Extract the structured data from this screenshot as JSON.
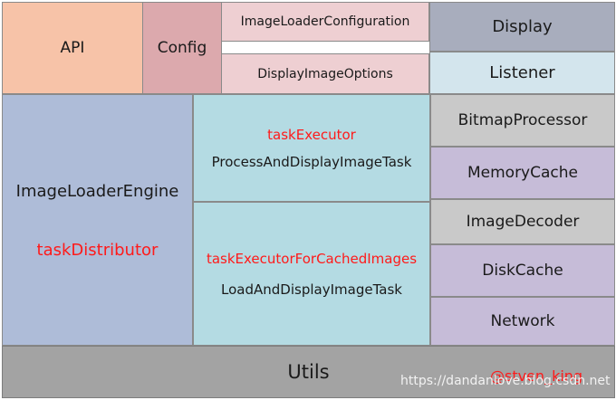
{
  "top": {
    "api": "API",
    "config": "Config",
    "image_loader_configuration": "ImageLoaderConfiguration",
    "display_image_options": "DisplayImageOptions",
    "display": "Display",
    "listener": "Listener"
  },
  "engine": {
    "name": "ImageLoaderEngine",
    "distributor": "taskDistributor"
  },
  "executors": [
    {
      "name": "taskExecutor",
      "task": "ProcessAndDisplayImageTask"
    },
    {
      "name": "taskExecutorForCachedImages",
      "task": "LoadAndDisplayImageTask"
    }
  ],
  "modules": [
    "BitmapProcessor",
    "MemoryCache",
    "ImageDecoder",
    "DiskCache",
    "Network"
  ],
  "bottom": {
    "utils": "Utils",
    "watermark": "https://dandanlove.blog.csdn.net",
    "signature": "@stven_king"
  },
  "colors": {
    "api": "#f7c3a8",
    "config": "#dca9ad",
    "config_sub": "#eecfd2",
    "display": "#a8adbd",
    "listener": "#d3e5ed",
    "engine": "#aebcd8",
    "executor": "#b4dbe3",
    "module_gray": "#c9c9c9",
    "module_purple": "#c6bcd8",
    "utils": "#a3a3a3",
    "highlight_text": "#ff1a1a"
  }
}
